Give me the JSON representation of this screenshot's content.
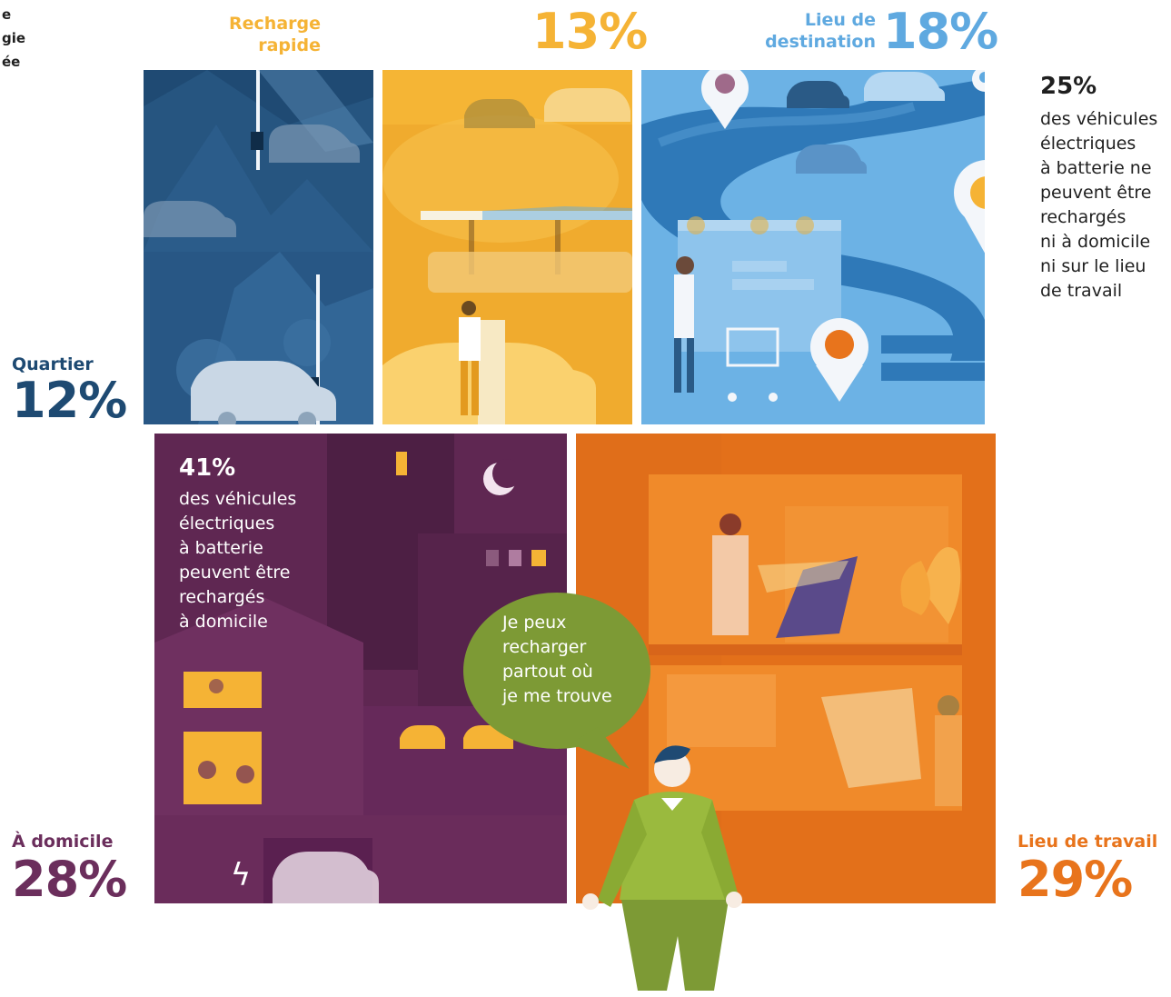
{
  "corner_text": [
    "e",
    "gie",
    "ée"
  ],
  "categories": [
    {
      "id": "quartier",
      "label": "Quartier",
      "value": "12%",
      "color": "#1e4a72"
    },
    {
      "id": "recharge_rapide",
      "label": "Recharge rapide",
      "label_lines": [
        "Recharge",
        "rapide"
      ],
      "value": "13%",
      "color": "#f5b335"
    },
    {
      "id": "destination",
      "label": "Lieu de destination",
      "label_lines": [
        "Lieu de",
        "destination"
      ],
      "value": "18%",
      "color": "#5fa9e0"
    },
    {
      "id": "domicile",
      "label": "À domicile",
      "value": "28%",
      "color": "#6b2e5c"
    },
    {
      "id": "travail",
      "label": "Lieu de travail",
      "value": "29%",
      "color": "#e8741c"
    }
  ],
  "stat_25": {
    "percent": "25%",
    "lines": [
      "des véhicules",
      "électriques",
      "à batterie ne",
      "peuvent être",
      "rechargés",
      "ni à domicile",
      "ni sur le lieu",
      "de travail"
    ]
  },
  "stat_41": {
    "percent": "41%",
    "lines": [
      "des véhicules",
      "électriques",
      "à batterie",
      "peuvent être",
      "rechargés",
      "à domicile"
    ]
  },
  "bubble": {
    "lines": [
      "Je peux",
      "recharger",
      "partout où",
      "je me trouve"
    ],
    "color": "#7d9a35"
  }
}
